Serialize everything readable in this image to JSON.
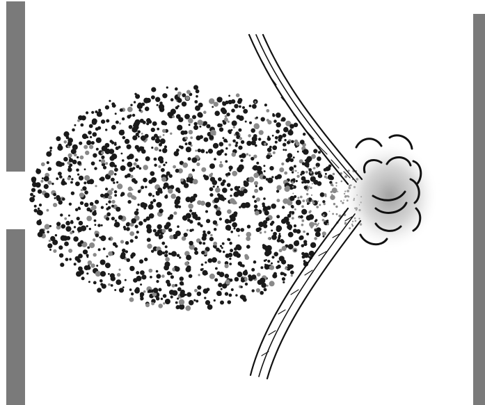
{
  "diagram": {
    "colors": {
      "background": "#ffffff",
      "wall": "#7a7a7a",
      "particle": "#1a1a1a",
      "particle_light": "#8a8a8a",
      "tissue_line": "#111111",
      "mist": "#9a9a9a",
      "bubble_stroke": "#111111"
    },
    "components": [
      "left-wall-upper",
      "left-wall-lower",
      "right-wall",
      "particle-cloud",
      "tissue-membrane",
      "breach-mist",
      "bubble-cluster"
    ]
  }
}
